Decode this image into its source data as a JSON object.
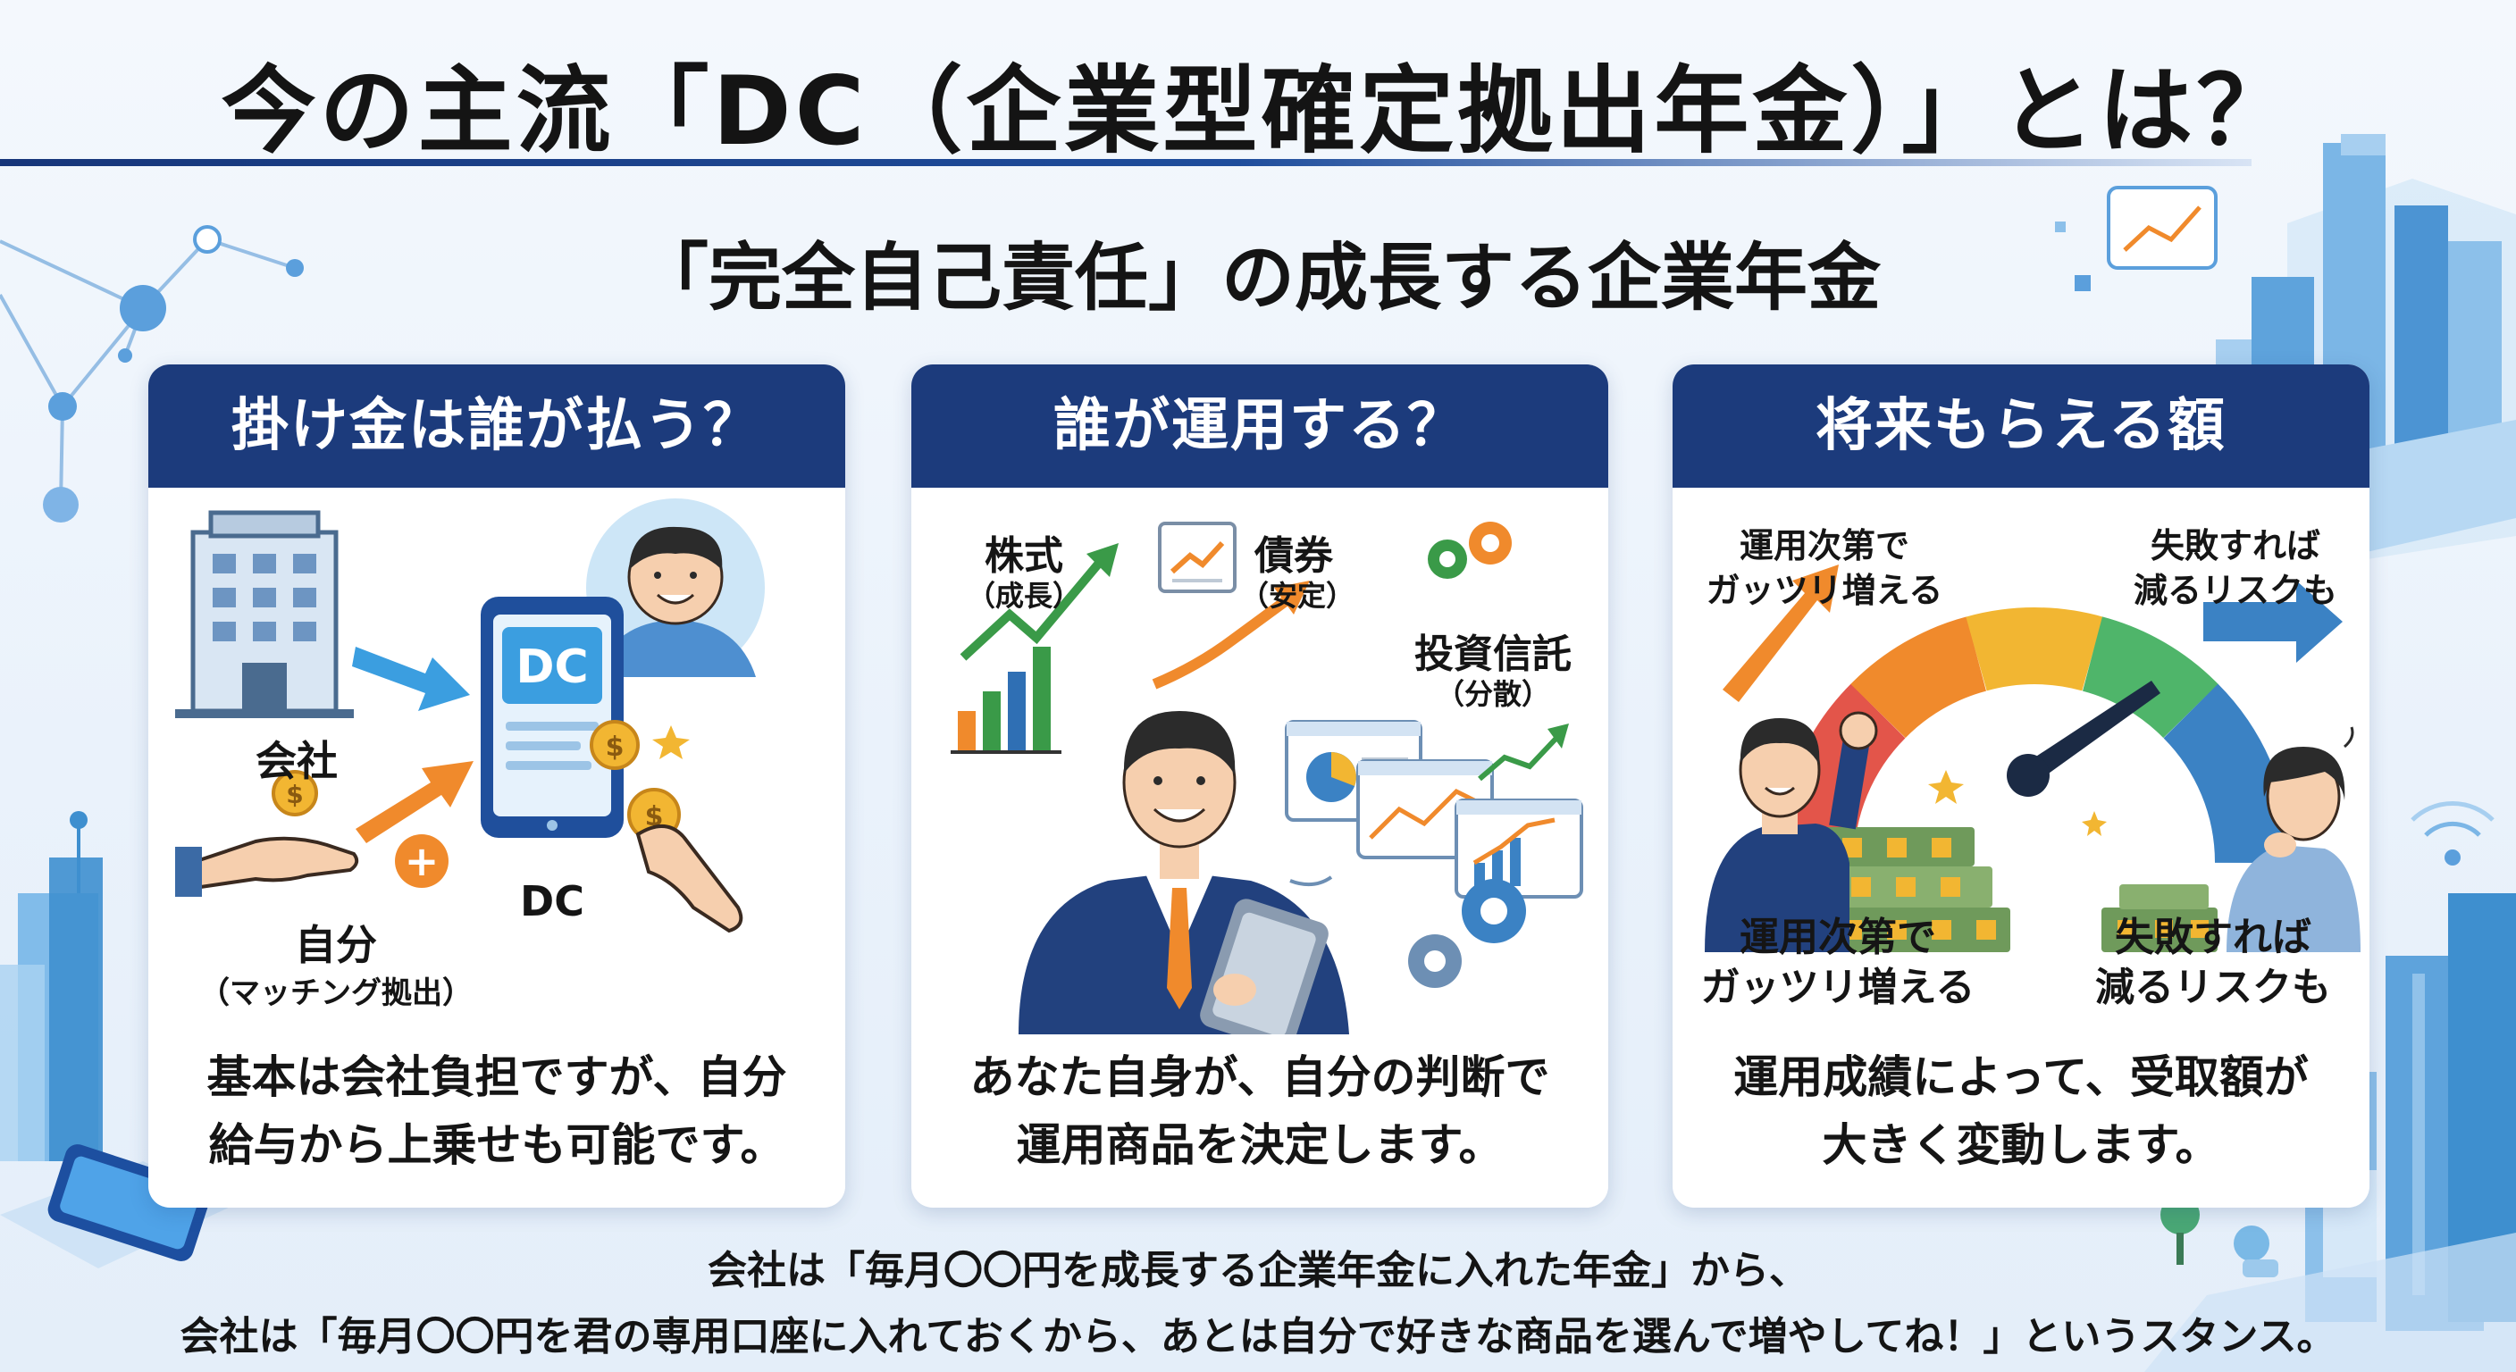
{
  "title": "今の主流「DC（企業型確定拠出年金）」とは？",
  "subtitle": "「完全自己責任」の成長する企業年金",
  "cards": [
    {
      "heading": "掛け金は誰が払う？",
      "labels": {
        "company": "会社",
        "self": "自分",
        "self_note": "（マッチング拠出）",
        "dc": "DC",
        "dc_screen": "DC",
        "plus": "+",
        "yen": "$"
      },
      "body": [
        "基本は会社負担ですが、自分",
        "給与から上乗せも可能です。"
      ]
    },
    {
      "heading": "誰が運用する？",
      "labels": {
        "stock": "株式",
        "stock_note": "（成長）",
        "bond": "債券",
        "bond_note": "（安定）",
        "fund": "投資信託",
        "fund_note": "（分散）"
      },
      "body": [
        "あなた自身が、自分の判断で",
        "運用商品を決定します。"
      ]
    },
    {
      "heading": "将来もらえる額",
      "labels": {
        "gain_top": [
          "運用次第で",
          "ガッツリ増える"
        ],
        "loss_top": [
          "失敗すれば",
          "減るリスクも"
        ],
        "gain_bottom": [
          "運用次第で",
          "ガッツリ増える"
        ],
        "loss_bottom": [
          "失敗すれば",
          "減るリスクも"
        ]
      },
      "body": [
        "運用成績によって、受取額が",
        "大きく変動します。"
      ]
    }
  ],
  "footer": [
    "会社は「毎月〇〇円を成長する企業年金に入れた年金」から、",
    "会社は「毎月〇〇円を君の専用口座に入れておくから、あとは自分で好きな商品を選んで増やしてね！」というスタンス。"
  ],
  "colors": {
    "navy": "#1c3b7c",
    "blue": "#3b82c4",
    "orange": "#f08a2c",
    "gold": "#f2b632",
    "green": "#3a9a48"
  },
  "icons": [
    "network-icon",
    "building-icon",
    "person-icon",
    "tablet-icon",
    "coin-icon",
    "hand-icon",
    "growth-chart-icon",
    "document-icon",
    "gear-icon",
    "businessman-icon",
    "gauge-icon",
    "money-stack-icon",
    "arrow-icon",
    "city-icon"
  ]
}
